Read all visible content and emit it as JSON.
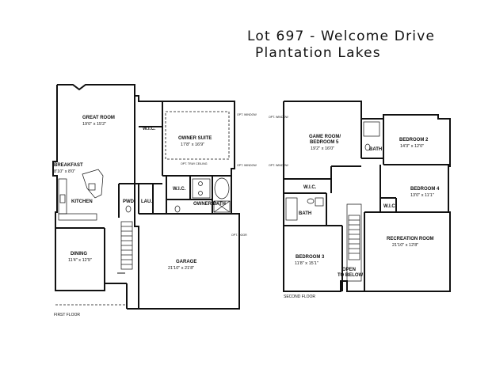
{
  "title": {
    "line1": "Lot 697 - Welcome Drive",
    "line2": "Plantation Lakes"
  },
  "first_floor": {
    "label": "FIRST FLOOR",
    "rooms": {
      "great_room": {
        "name": "GREAT ROOM",
        "dim": "19'0\" x 15'2\""
      },
      "breakfast": {
        "name": "BREAKFAST",
        "dim": "8'10\" x 8'0\""
      },
      "kitchen": {
        "name": "KITCHEN"
      },
      "dining": {
        "name": "DINING",
        "dim": "11'4\" x 12'9\""
      },
      "owner_suite": {
        "name": "OWNER SUITE",
        "dim": "17'8\" x 16'9\""
      },
      "opt_tray": {
        "name": "OPT. TRAY CEILING"
      },
      "wic_top": {
        "name": "W.I.C."
      },
      "wic_mid": {
        "name": "W.I.C."
      },
      "owner_bath": {
        "name": "OWNER BATH"
      },
      "pwd": {
        "name": "PWD."
      },
      "laun": {
        "name": "LAU."
      },
      "garage": {
        "name": "GARAGE",
        "dim": "21'10\" x 21'8\""
      }
    },
    "notes": {
      "opt_window_1": "OPT. WINDOW",
      "opt_window_2": "OPT. WINDOW",
      "opt_door": "OPT. DOOR"
    }
  },
  "second_floor": {
    "label": "SECOND FLOOR",
    "rooms": {
      "game_room": {
        "name": "GAME ROOM/ BEDROOM 5",
        "line1": "GAME ROOM/",
        "line2": "BEDROOM 5",
        "dim": "19'2\" x 16'0\""
      },
      "bedroom2": {
        "name": "BEDROOM 2",
        "dim": "14'3\" x 12'0\""
      },
      "bedroom3": {
        "name": "BEDROOM 3",
        "dim": "11'8\" x 15'1\""
      },
      "bedroom4": {
        "name": "BEDROOM 4",
        "dim": "13'0\" x 11'1\""
      },
      "recreation_room": {
        "name": "RECREATION ROOM",
        "dim": "21'10\" x 12'8\""
      },
      "bath_top": {
        "name": "BATH"
      },
      "bath_left": {
        "name": "BATH"
      },
      "wic_left": {
        "name": "W.I.C."
      },
      "wic_right": {
        "name": "W.I.C."
      },
      "open_below_1": "OPEN",
      "open_below_2": "TO BELOW"
    },
    "notes": {
      "opt_window_1": "OPT. WINDOW",
      "opt_window_2": "OPT. WINDOW"
    }
  }
}
